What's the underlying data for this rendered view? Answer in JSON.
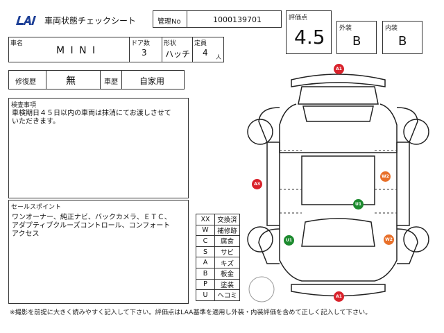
{
  "header": {
    "logo_text": "LAA",
    "title": "車両状態チェックシート",
    "mgmt_label": "管理No",
    "mgmt_value": "1000139701"
  },
  "grade": {
    "label": "評価点",
    "value": "4.5",
    "exterior_label": "外装",
    "exterior_value": "B",
    "interior_label": "内装",
    "interior_value": "B"
  },
  "vehicle": {
    "name_label": "車名",
    "name_value": "M I N I",
    "doors_label": "ドア数",
    "doors_value": "3",
    "shape_label": "形状",
    "shape_value": "ハッチ",
    "capacity_label": "定員",
    "capacity_value": "4",
    "capacity_unit": "人"
  },
  "history": {
    "repair_label": "修復歴",
    "repair_value": "無",
    "usage_label": "車歴",
    "usage_value": "自家用"
  },
  "inspection": {
    "label": "検査事項",
    "text": "車検期日４５日以内の車両は抹消にてお渡しさせて\nいただきます。"
  },
  "sales": {
    "label": "セールスポイント",
    "text": "ワンオーナー、純正ナビ、バックカメラ、ＥＴＣ、\nアダプティブクルーズコントロール、コンフォート\nアクセス"
  },
  "legend": [
    {
      "code": "XX",
      "name": "交換済"
    },
    {
      "code": "W",
      "name": "補修跡"
    },
    {
      "code": "C",
      "name": "腐食"
    },
    {
      "code": "S",
      "name": "サビ"
    },
    {
      "code": "A",
      "name": "キズ"
    },
    {
      "code": "B",
      "name": "板金"
    },
    {
      "code": "P",
      "name": "塗装"
    },
    {
      "code": "U",
      "name": "ヘコミ"
    }
  ],
  "markers": [
    {
      "label": "A1",
      "color": "#d9222b"
    },
    {
      "label": "A1",
      "color": "#d9222b"
    },
    {
      "label": "A3",
      "color": "#d9222b"
    },
    {
      "label": "W2",
      "color": "#e8702a"
    },
    {
      "label": "W2",
      "color": "#e8702a"
    },
    {
      "label": "U1",
      "color": "#1c8a2e"
    },
    {
      "label": "U1",
      "color": "#1c8a2e"
    }
  ],
  "footer": {
    "note": "※撮影を前提に大きく読みやすく記入して下さい。評価点はLAA基準を適用し外装・内装評価を含めて正しく記入して下さい。"
  }
}
